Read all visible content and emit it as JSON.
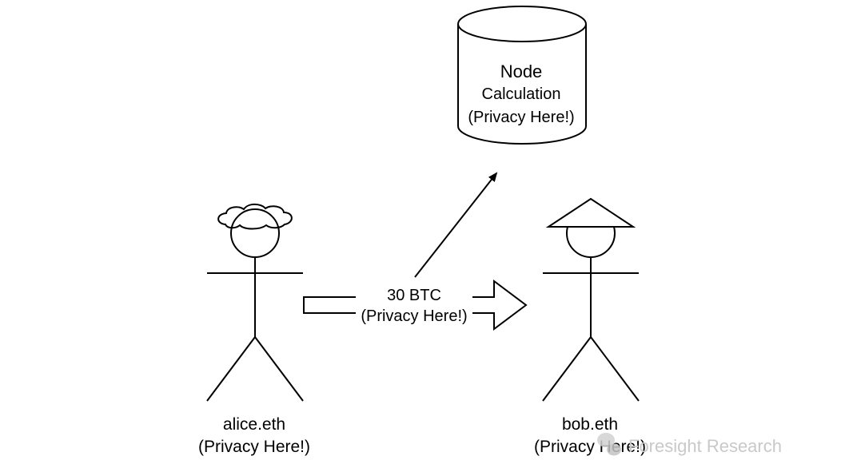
{
  "node": {
    "title": "Node",
    "line2": "Calculation",
    "line3": "(Privacy Here!)"
  },
  "transfer": {
    "amount": "30 BTC",
    "note": "(Privacy Here!)"
  },
  "alice": {
    "name": "alice.eth",
    "note": "(Privacy Here!)"
  },
  "bob": {
    "name": "bob.eth",
    "note": "(Privacy Here!)"
  },
  "watermark": {
    "text": "Foresight Research"
  },
  "colors": {
    "stroke": "#000000",
    "background": "#ffffff",
    "watermark": "#c9c9c9"
  }
}
